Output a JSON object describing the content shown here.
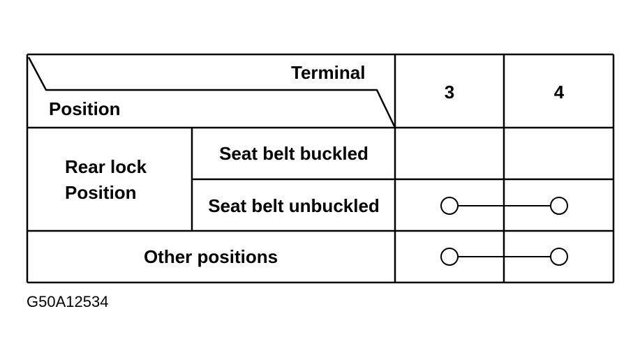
{
  "header": {
    "terminal_label": "Terminal",
    "position_label": "Position",
    "terminals": [
      "3",
      "4"
    ]
  },
  "rows": [
    {
      "group": "Rear lock",
      "group_line2": "Position",
      "label": "Seat belt buckled",
      "continuity": false
    },
    {
      "label": "Seat belt unbuckled",
      "continuity": true
    },
    {
      "label": "Other positions",
      "continuity": true
    }
  ],
  "figure_id": "G50A12534"
}
